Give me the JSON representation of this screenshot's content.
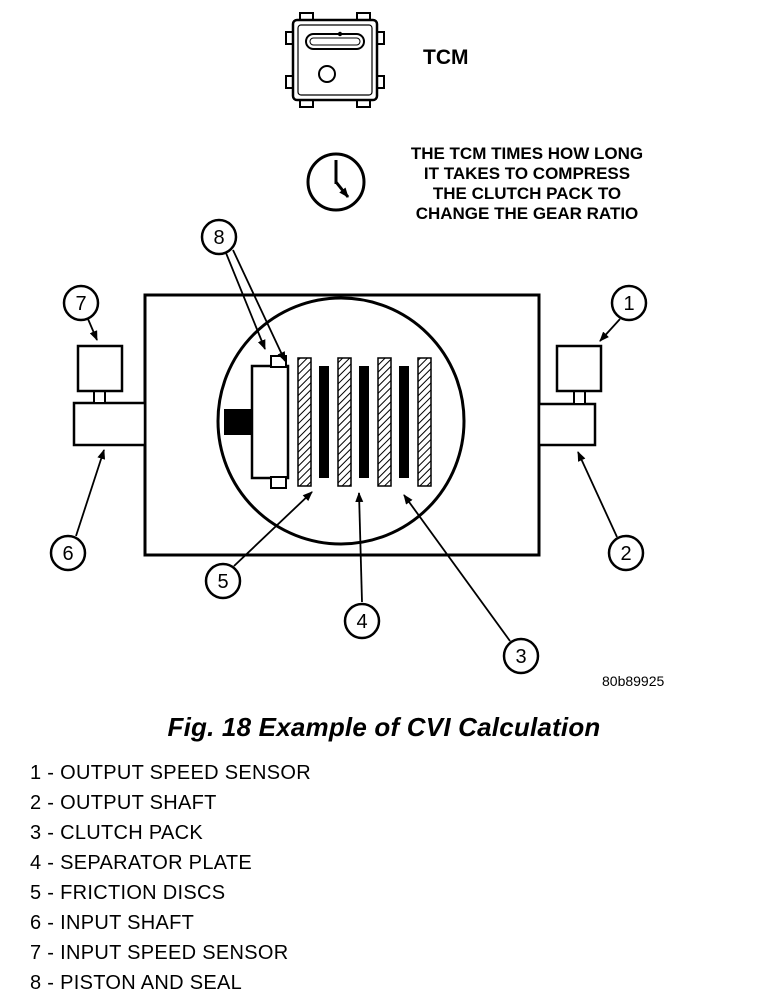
{
  "figure": {
    "tcm_label": "TCM",
    "note_lines": [
      "THE TCM TIMES HOW LONG",
      "IT TAKES TO COMPRESS",
      "THE CLUTCH PACK TO",
      "CHANGE THE GEAR RATIO"
    ],
    "part_number": "80b89925",
    "caption": "Fig. 18 Example of CVI Calculation"
  },
  "callouts": {
    "c1": "1",
    "c2": "2",
    "c3": "3",
    "c4": "4",
    "c5": "5",
    "c6": "6",
    "c7": "7",
    "c8": "8"
  },
  "legend": {
    "items": [
      {
        "num": "1",
        "label": "OUTPUT SPEED SENSOR",
        "text": "1 - OUTPUT SPEED SENSOR"
      },
      {
        "num": "2",
        "label": "OUTPUT SHAFT",
        "text": "2 - OUTPUT SHAFT"
      },
      {
        "num": "3",
        "label": "CLUTCH PACK",
        "text": "3 - CLUTCH PACK"
      },
      {
        "num": "4",
        "label": "SEPARATOR PLATE",
        "text": "4 - SEPARATOR PLATE"
      },
      {
        "num": "5",
        "label": "FRICTION DISCS",
        "text": "5 - FRICTION DISCS"
      },
      {
        "num": "6",
        "label": "INPUT SHAFT",
        "text": "6 - INPUT SHAFT"
      },
      {
        "num": "7",
        "label": "INPUT SPEED SENSOR",
        "text": "7 - INPUT SPEED SENSOR"
      },
      {
        "num": "8",
        "label": "PISTON AND SEAL",
        "text": "8 - PISTON AND SEAL"
      }
    ]
  },
  "colors": {
    "ink": "#000000",
    "paper": "#ffffff"
  }
}
